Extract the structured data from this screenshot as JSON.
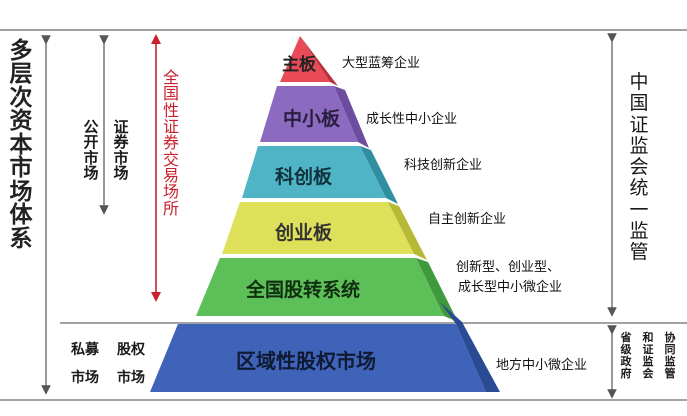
{
  "left_title": "多层次资本市场体系",
  "public_market": "公开市场",
  "securities_market": "证券市场",
  "exchange_venue": "全国性证券交易场所",
  "private_market": "私募市场",
  "equity_market": "股权市场",
  "right_top": "中国证监会统一监管",
  "right_bottom": {
    "col1": "省级政府",
    "col2": "和证监会",
    "col3": "协同监管"
  },
  "tiers": [
    {
      "label": "主板",
      "desc": [
        "大型蓝筹企业"
      ],
      "color": "#e84a57"
    },
    {
      "label": "中小板",
      "desc": [
        "成长性中小企业"
      ],
      "color": "#8b6ac0"
    },
    {
      "label": "科创板",
      "desc": [
        "科技创新企业"
      ],
      "color": "#4fb4c6"
    },
    {
      "label": "创业板",
      "desc": [
        "自主创新企业"
      ],
      "color": "#dfe05a"
    },
    {
      "label": "全国股转系统",
      "desc": [
        "创新型、创业型、",
        "成长型中小微企业"
      ],
      "color": "#5cbf58"
    },
    {
      "label": "区域性股权市场",
      "desc": [
        "地方中小微企业"
      ],
      "color": "#3e63b8"
    }
  ],
  "colors": {
    "arrow_red": "#c8202c",
    "arrow_gray": "#555555",
    "title_red": "#c8202c"
  }
}
